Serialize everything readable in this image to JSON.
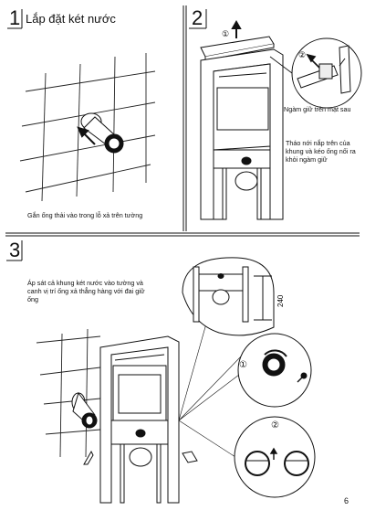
{
  "step1": {
    "number": "1",
    "title": "Lắp đặt két nước",
    "caption": "Gắn ống thải vào trong lỗ xả trên tường"
  },
  "step2": {
    "number": "2",
    "callout1": "①",
    "callout2": "②",
    "detail_label": "Ngàm giữ trên mặt sau",
    "instruction": "Tháo nới nắp trên của khung và kéo ống nối ra khỏi ngàm giữ"
  },
  "step3": {
    "number": "3",
    "instruction": "Áp sát cả khung két nước vào tường và canh vị trí ống xả thẳng hàng với đai giữ ống",
    "dimension": "240",
    "callout1": "①",
    "callout2": "②"
  },
  "page_number": "6"
}
